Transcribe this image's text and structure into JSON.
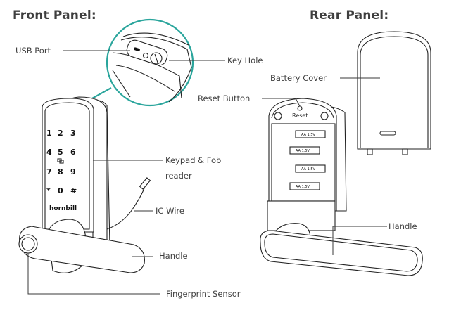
{
  "titles": {
    "front": "Front Panel:",
    "rear": "Rear Panel:"
  },
  "labels": {
    "usb_port": "USB Port",
    "key_hole": "Key Hole",
    "battery_cover": "Battery Cover",
    "reset_button": "Reset Button",
    "keypad_line1": "Keypad & Fob",
    "keypad_line2": "reader",
    "ic_wire": "IC Wire",
    "handle_front": "Handle",
    "handle_rear": "Handle",
    "fingerprint_sensor": "Fingerprint Sensor"
  },
  "keypad": {
    "keys": [
      "1",
      "2",
      "3",
      "4",
      "5",
      "6",
      "7",
      "8",
      "9",
      "*",
      "0",
      "#"
    ],
    "brand": "hornbill"
  },
  "rear_panel": {
    "reset_text": "Reset",
    "batteries": [
      "AA 1.5V",
      "AA 1.5V",
      "AA 1.5V",
      "AA 1.5V"
    ]
  },
  "colors": {
    "accent_teal": "#2aa59c",
    "text": "#404040"
  }
}
